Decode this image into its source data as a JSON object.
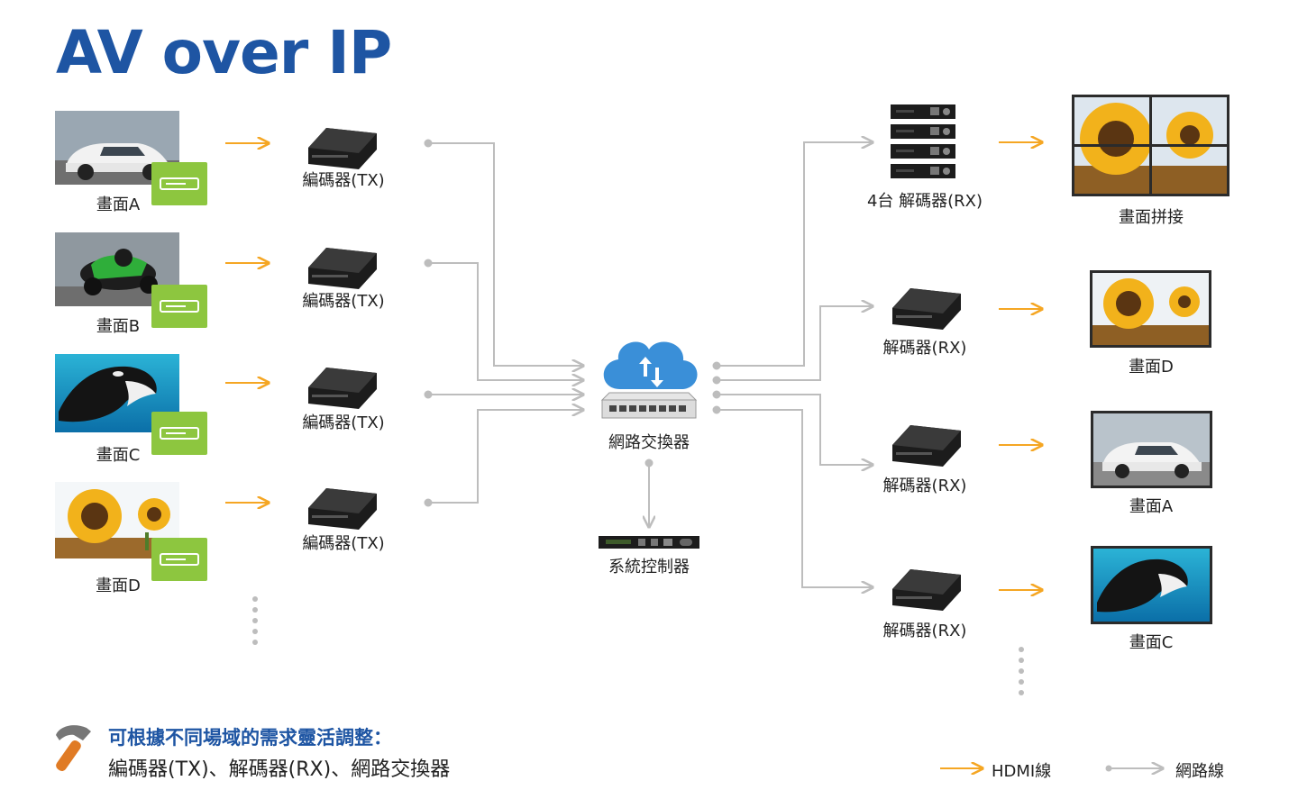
{
  "title": "AV over IP",
  "sources": [
    {
      "label": "畫面A",
      "scene": "car"
    },
    {
      "label": "畫面B",
      "scene": "moto"
    },
    {
      "label": "畫面C",
      "scene": "orca"
    },
    {
      "label": "畫面D",
      "scene": "sunflower"
    }
  ],
  "encoders": [
    {
      "label": "編碼器(TX)"
    },
    {
      "label": "編碼器(TX)"
    },
    {
      "label": "編碼器(TX)"
    },
    {
      "label": "編碼器(TX)"
    }
  ],
  "switch": {
    "label": "網路交換器"
  },
  "controller": {
    "label": "系統控制器"
  },
  "decoders": [
    {
      "label": "4台 解碼器(RX)"
    },
    {
      "label": "解碼器(RX)"
    },
    {
      "label": "解碼器(RX)"
    },
    {
      "label": "解碼器(RX)"
    }
  ],
  "displays": [
    {
      "label": "畫面拼接",
      "scene": "sunflower-wall"
    },
    {
      "label": "畫面D",
      "scene": "sunflower"
    },
    {
      "label": "畫面A",
      "scene": "car"
    },
    {
      "label": "畫面C",
      "scene": "orca"
    }
  ],
  "note": {
    "heading": "可根據不同場域的需求靈活調整：",
    "body": "編碼器(TX)、解碼器(RX)、網路交換器",
    "icon": "hammer-icon"
  },
  "legend": {
    "hdmi": "HDMI線",
    "network": "網路線"
  },
  "colors": {
    "title": "#1e55a3",
    "hdmi_line": "#f5a623",
    "network_line": "#bdbdbd",
    "player": "#8dc63f",
    "cloud": "#3a8fd8"
  }
}
